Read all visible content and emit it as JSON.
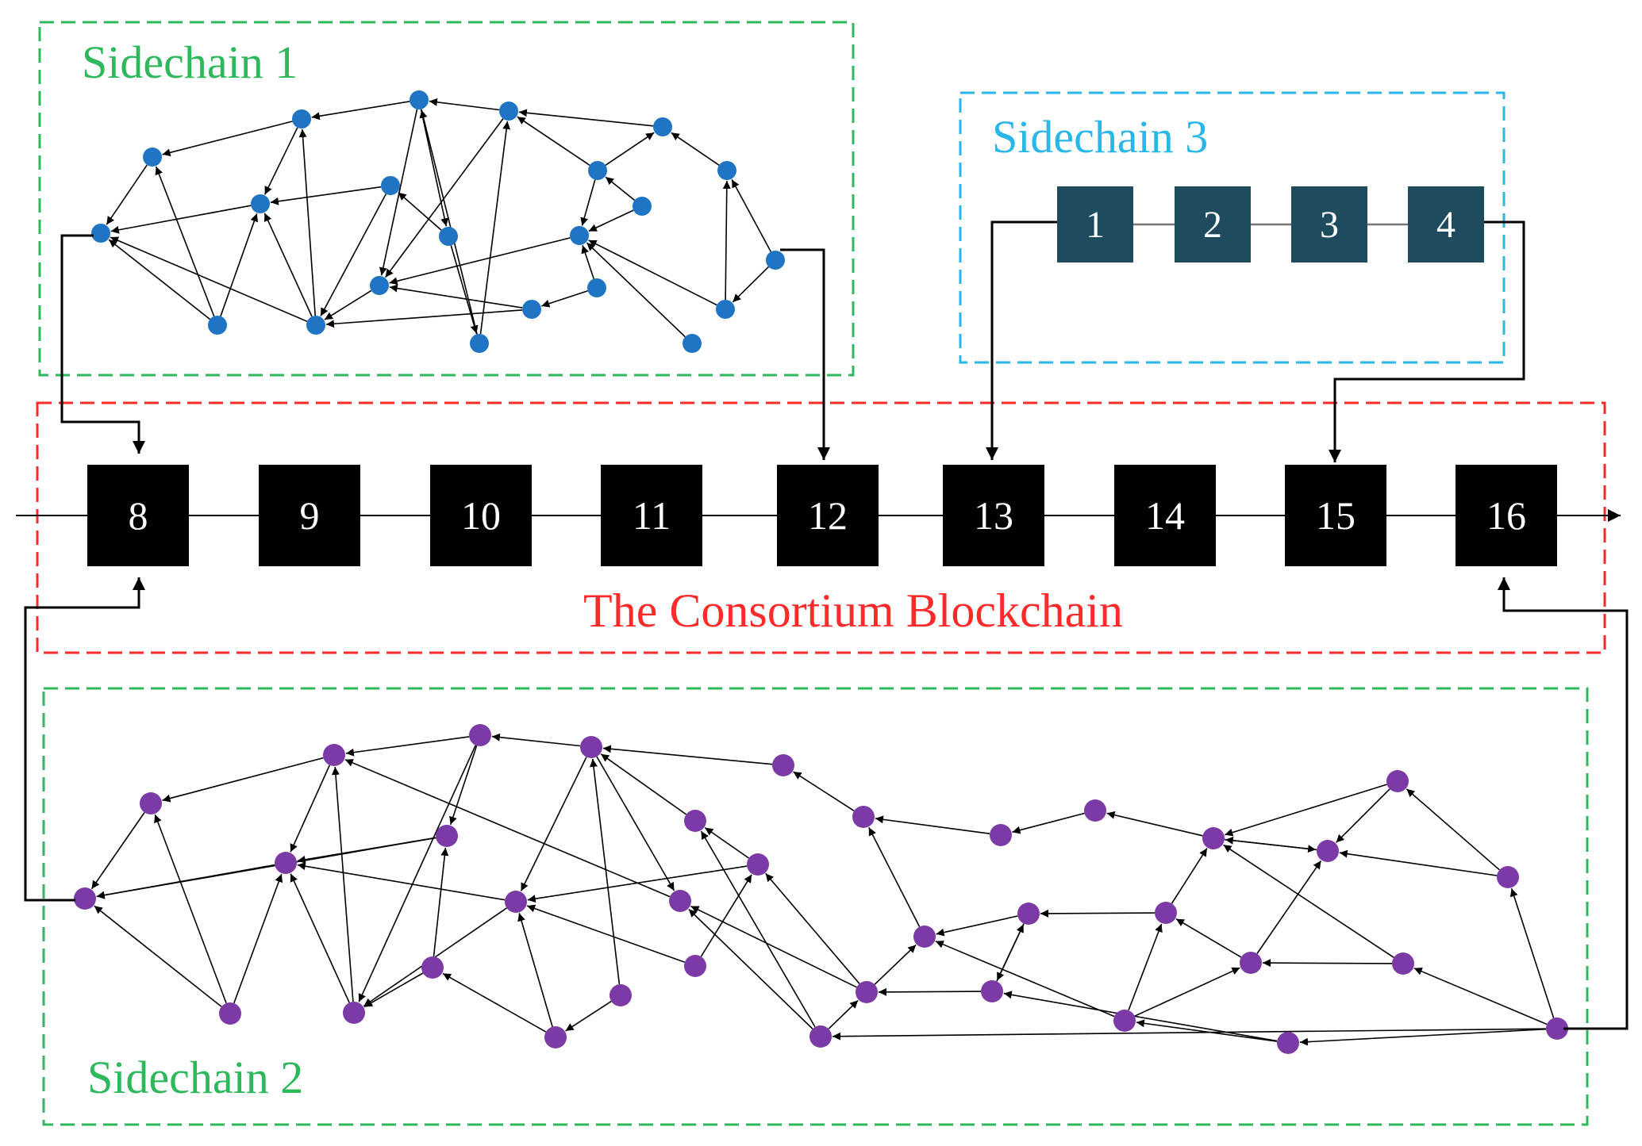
{
  "labels": {
    "sidechain1": "Sidechain 1",
    "sidechain2": "Sidechain 2",
    "sidechain3": "Sidechain 3",
    "main": "The Consortium Blockchain"
  },
  "main_blocks": [
    "8",
    "9",
    "10",
    "11",
    "12",
    "13",
    "14",
    "15",
    "16"
  ],
  "sidechain3_blocks": [
    "1",
    "2",
    "3",
    "4"
  ],
  "colors": {
    "sidechain1_border": "#2eb85c",
    "sidechain2_border": "#2eb85c",
    "sidechain3_border": "#29b6e8",
    "main_border": "#ff2a2a",
    "sidechain1_node": "#1f74c4",
    "sidechain2_node": "#7b3aa6",
    "main_block_fill": "#000000",
    "sidechain3_block_fill": "#1e4b5e",
    "label_green": "#2eb85c",
    "label_blue": "#29b6e8",
    "label_red": "#ff2a2a"
  }
}
